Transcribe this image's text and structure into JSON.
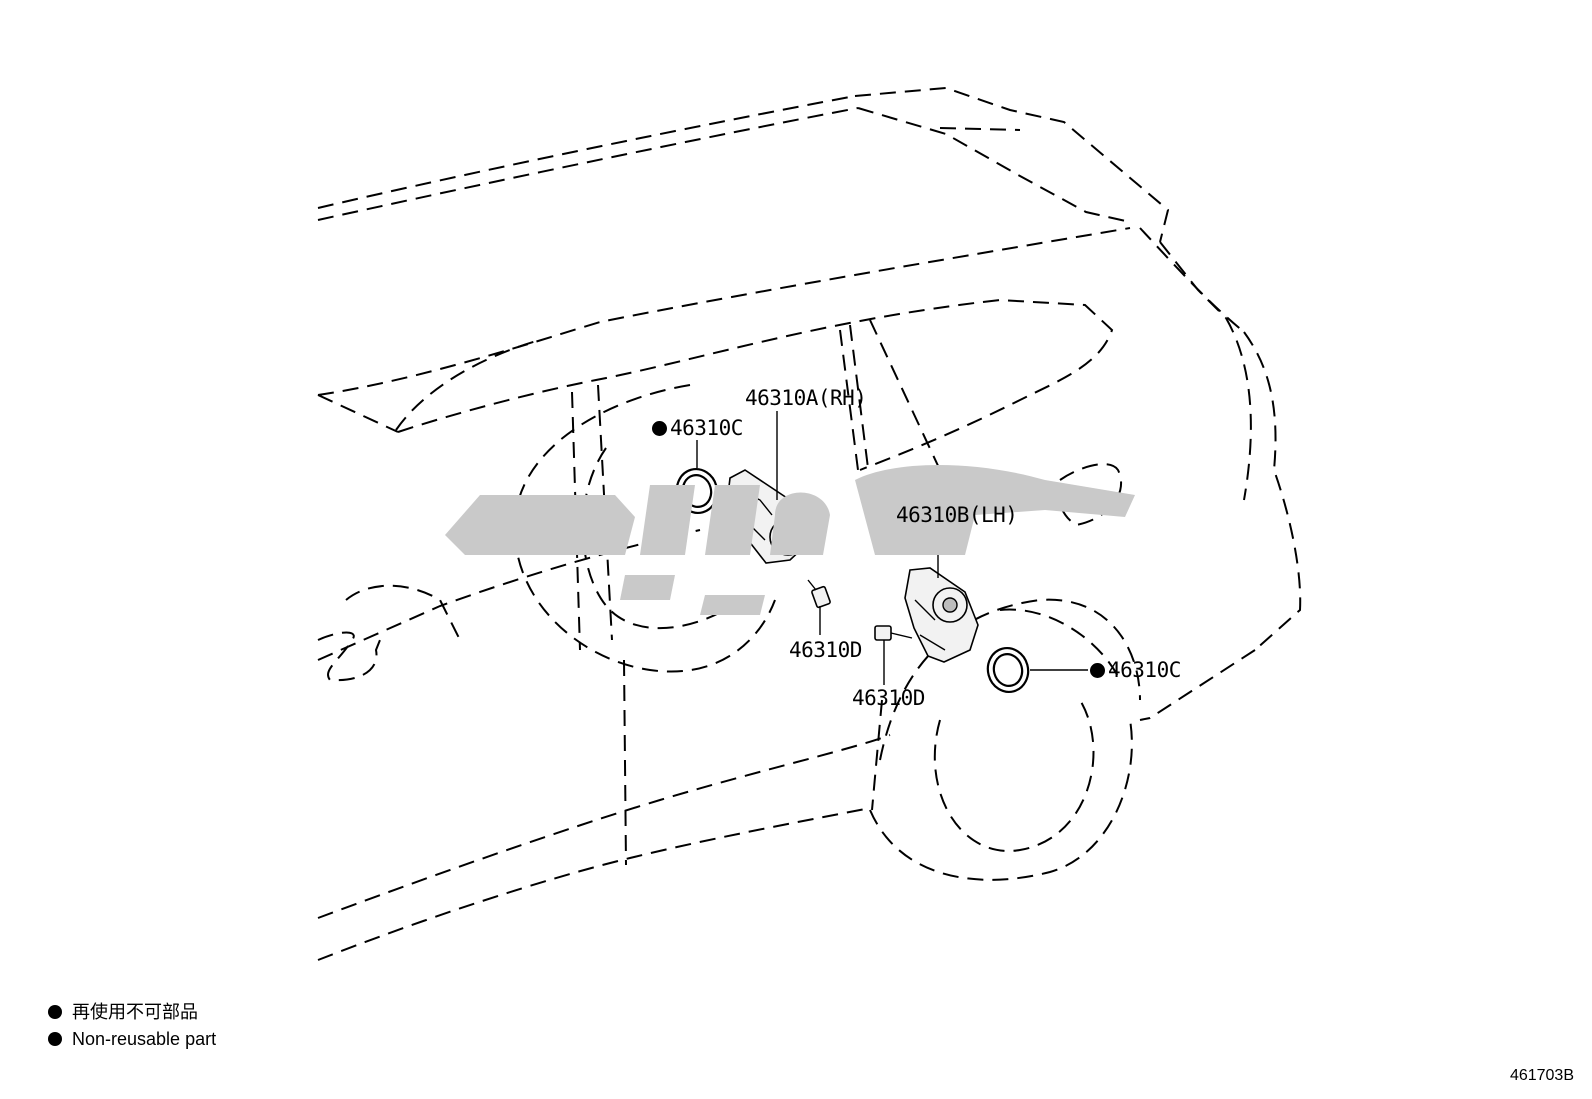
{
  "callouts": {
    "a": "46310A(RH)",
    "b": "46310B(LH)",
    "c_upper": "46310C",
    "c_lower": "46310C",
    "d_upper": "46310D",
    "d_lower": "46310D"
  },
  "legend": {
    "line1": "再使用不可部品",
    "line2": "Non-reusable part"
  },
  "reference_number": "461703B",
  "colors": {
    "lines": "#000000",
    "watermark": "#c9c9c9",
    "bullet": "#000000"
  },
  "icons": {
    "bullet": "filled-circle"
  }
}
